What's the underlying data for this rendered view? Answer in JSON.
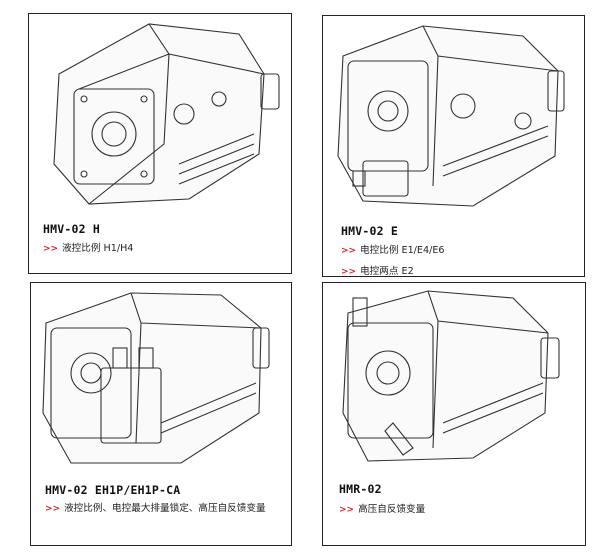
{
  "bullet": ">>",
  "products": [
    {
      "title": "HMV-02 H",
      "features": [
        "液控比例 H1/H4"
      ]
    },
    {
      "title": "HMV-02 E",
      "features": [
        "电控比例 E1/E4/E6",
        "电控两点 E2"
      ]
    },
    {
      "title": "HMV-02 EH1P/EH1P-CA",
      "features": [
        "液控比例、电控最大排量锁定、高压自反馈变量"
      ]
    },
    {
      "title": "HMR-02",
      "features": [
        "高压自反馈变量"
      ]
    }
  ]
}
